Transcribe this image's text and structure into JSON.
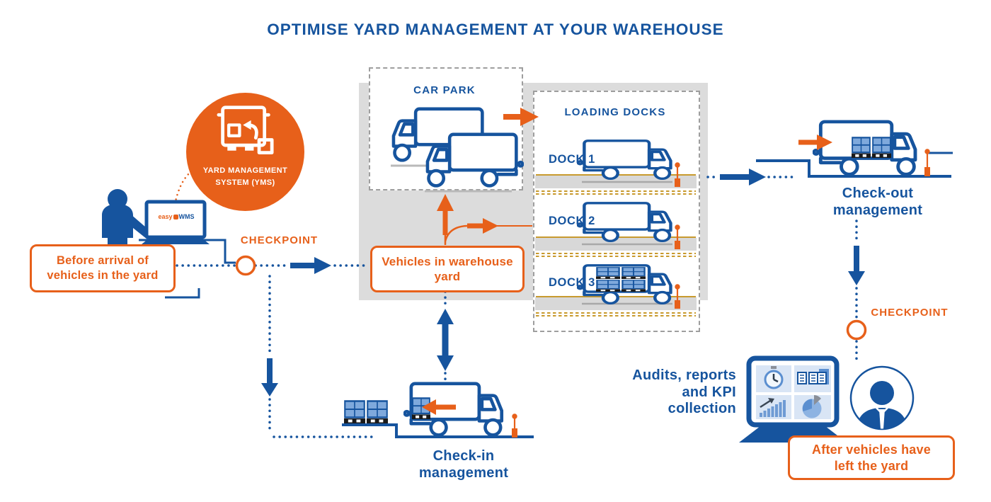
{
  "title": "OPTIMISE YARD MANAGEMENT AT YOUR WAREHOUSE",
  "colors": {
    "blue": "#16549E",
    "orange": "#E7601A",
    "yard_gray": "#DCDCDC",
    "road_gray": "#D8D8D8",
    "dock_line_tan": "#C89A2E",
    "pallet_blue": "#7FA9DC",
    "screen_tile_blue": "#D9E5F5"
  },
  "yms_badge": {
    "line1": "YARD MANAGEMENT",
    "line2": "SYSTEM (YMS)"
  },
  "laptop_logo": {
    "easy": "easy",
    "wms": "WMS"
  },
  "yard": {
    "car_park_label": "CAR PARK",
    "loading_docks_label": "LOADING DOCKS",
    "docks": [
      {
        "label": "DOCK 1"
      },
      {
        "label": "DOCK 2"
      },
      {
        "label": "DOCK 3"
      }
    ]
  },
  "stages": {
    "before_box": {
      "line1": "Before arrival of",
      "line2": "vehicles in the yard"
    },
    "checkpoint_left": "CHECKPOINT",
    "vehicles_box": {
      "line1": "Vehicles in warehouse",
      "line2": "yard"
    },
    "checkin": {
      "line1": "Check-in",
      "line2": "management"
    },
    "checkout": {
      "line1": "Check-out",
      "line2": "management"
    },
    "checkpoint_right": "CHECKPOINT",
    "audits": {
      "line1": "Audits, reports",
      "line2": "and KPI",
      "line3": "collection"
    },
    "after_box": {
      "line1": "After vehicles have",
      "line2": "left the yard"
    }
  }
}
